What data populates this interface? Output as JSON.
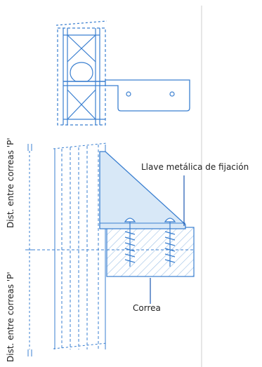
{
  "labels": {
    "llave": "Llave metálica de fijación",
    "correa": "Correa",
    "dist_top": "Dist. entre correas 'P'",
    "dist_bottom": "Dist. entre correas 'P'"
  },
  "colors": {
    "line_blue": "#3a7fd0",
    "fill_blue": "#d8e8f7",
    "beam_hatch": "#8ab4e0",
    "separator": "#cccccc",
    "leader": "#1a56b0"
  }
}
